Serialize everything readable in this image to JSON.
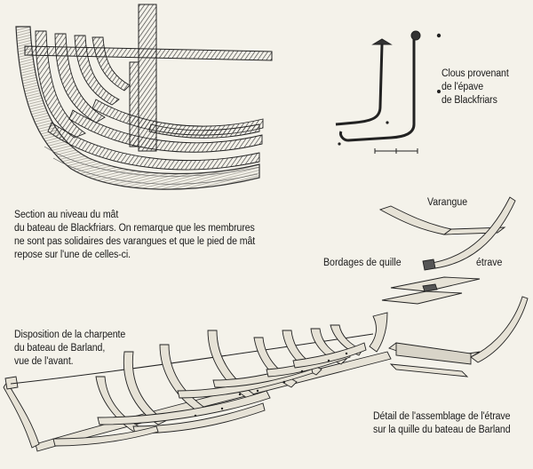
{
  "captions": {
    "section_mast": {
      "lines": [
        "Section au niveau du mât",
        "du bateau de Blackfriars. On remarque que les membrures",
        "ne sont pas solidaires des varangues et que le pied de mât",
        "repose sur l'une de celles-ci."
      ]
    },
    "nails": {
      "lines": [
        "Clous provenant",
        "de l'épave",
        "de Blackfriars"
      ]
    },
    "barland_frame": {
      "lines": [
        "Disposition de la charpente",
        "du bateau de Barland,",
        "vue de l'avant."
      ]
    },
    "stem_detail": {
      "lines": [
        "Détail de l'assemblage de l'étrave",
        "sur la quille du bateau de Barland"
      ]
    }
  },
  "labels": {
    "varangue": "Varangue",
    "bordages_quille": "Bordages de quille",
    "etrave": "étrave"
  },
  "colors": {
    "background": "#f4f2ea",
    "ink": "#1c1c1c",
    "wood": "#6e6a60"
  }
}
